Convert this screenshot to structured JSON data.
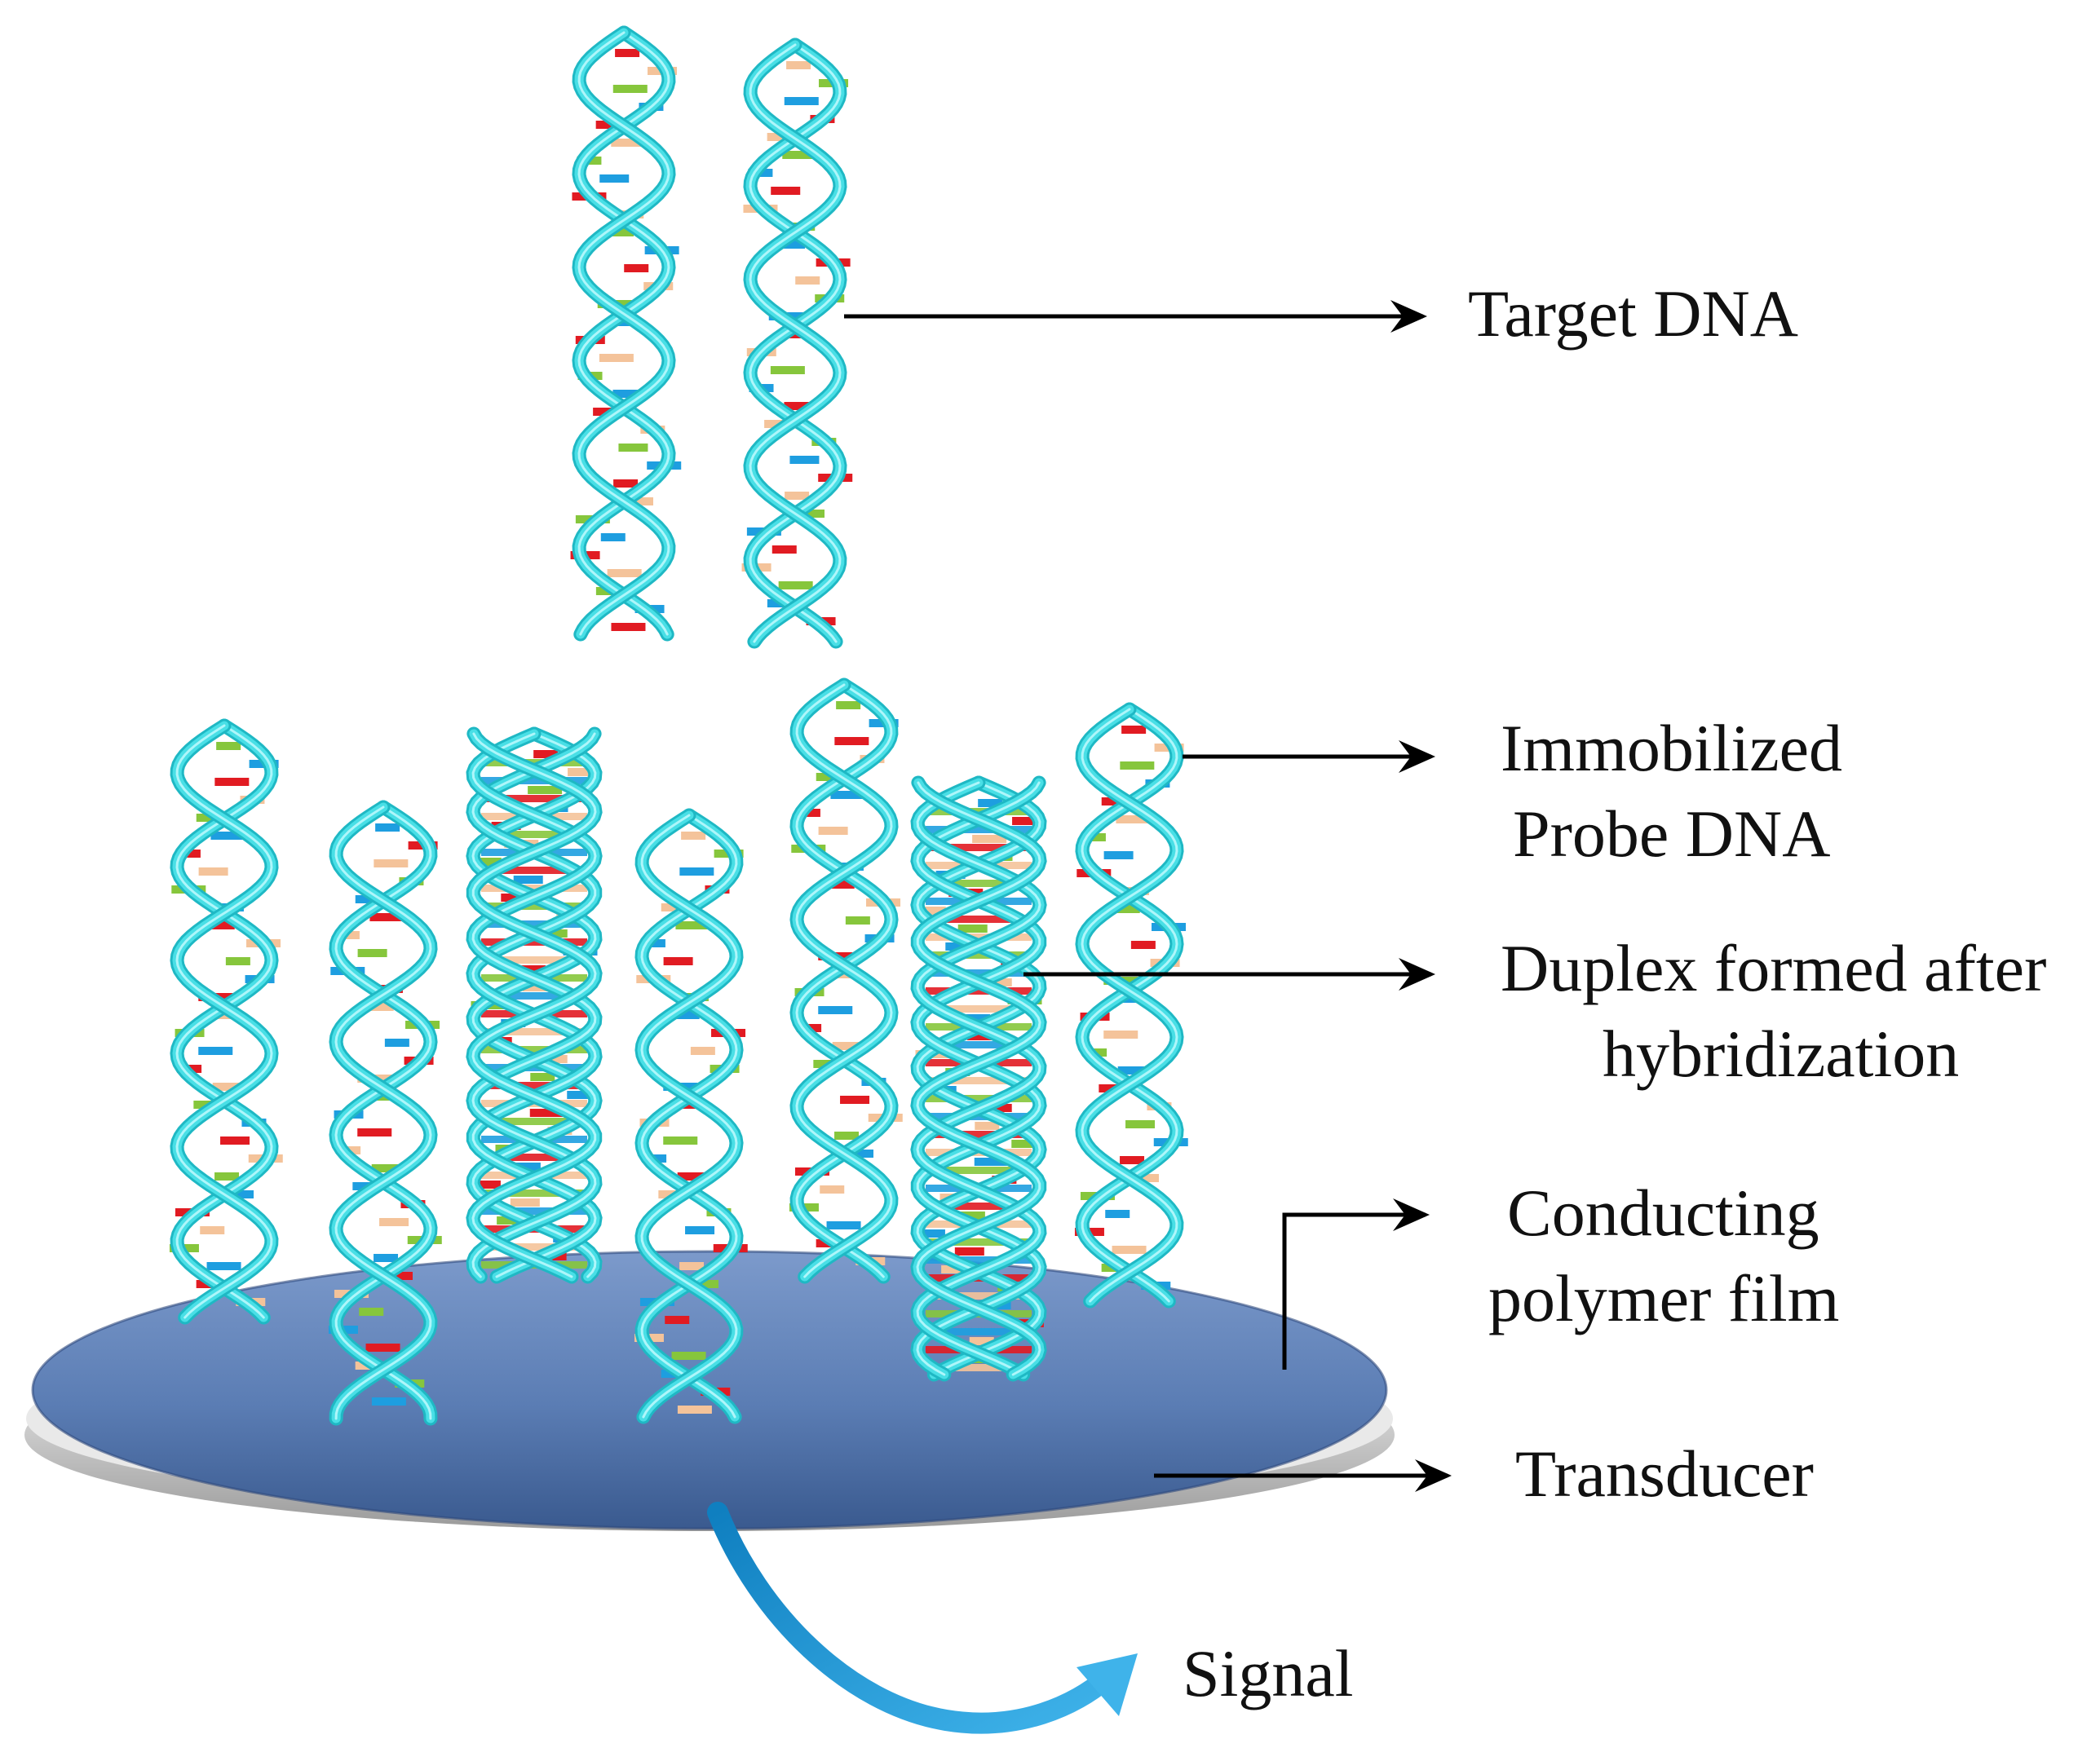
{
  "labels": {
    "target": "Target DNA",
    "probe_line1": "Immobilized",
    "probe_line2": "Probe DNA",
    "duplex_line1": "Duplex formed after",
    "duplex_line2": "hybridization",
    "polymer_line1": "Conducting",
    "polymer_line2": "polymer film",
    "transducer": "Transducer",
    "signal": "Signal"
  },
  "colors": {
    "backbone": "#49dfe6",
    "backbone_dark": "#1fb8c4",
    "base_red": "#e11b22",
    "base_blue": "#1e9ee0",
    "base_green": "#86c63c",
    "base_peach": "#f4c39a",
    "film_top": "#5b7db4",
    "film_edge": "#2e4a7d",
    "transducer": "#d4d4d4",
    "signal_arrow": "#1f95d4",
    "arrow": "#000000"
  },
  "icons": {
    "strand": "dna-helix-icon",
    "signal": "curved-arrow-icon"
  }
}
